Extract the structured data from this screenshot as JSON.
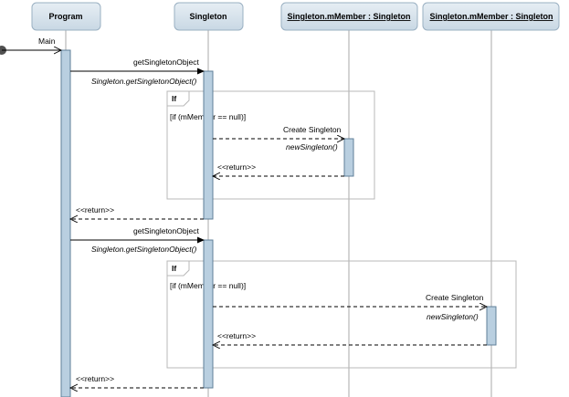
{
  "participants": {
    "program": "Program",
    "singleton": "Singleton",
    "member_a": "Singleton.mMember : Singleton",
    "member_b": "Singleton.mMember : Singleton"
  },
  "messages": {
    "main": "Main",
    "get1": "getSingletonObject",
    "get1_sig": "Singleton.getSingletonObject()",
    "get2": "getSingletonObject",
    "get2_sig": "Singleton.getSingletonObject()",
    "create1": "Create Singleton",
    "new1": "newSingleton()",
    "create2": "Create Singleton",
    "new2": "newSingleton()",
    "return_inner1": "<<return>>",
    "return_outer1": "<<return>>",
    "return_inner2": "<<return>>",
    "return_outer2": "<<return>>"
  },
  "fragments": {
    "frag1_keyword": "If",
    "frag1_guard": "[if (mMember == null)]",
    "frag2_keyword": "If",
    "frag2_guard": "[if (mMember == null)]"
  },
  "colors": {
    "header_fill": "#d5e1ea",
    "header_border": "#9ab0c2",
    "activation_fill": "#b9cfe0",
    "activation_border": "#5f7f99",
    "lifeline": "#a9a9a9",
    "fragment_border": "#b8b8b8"
  }
}
